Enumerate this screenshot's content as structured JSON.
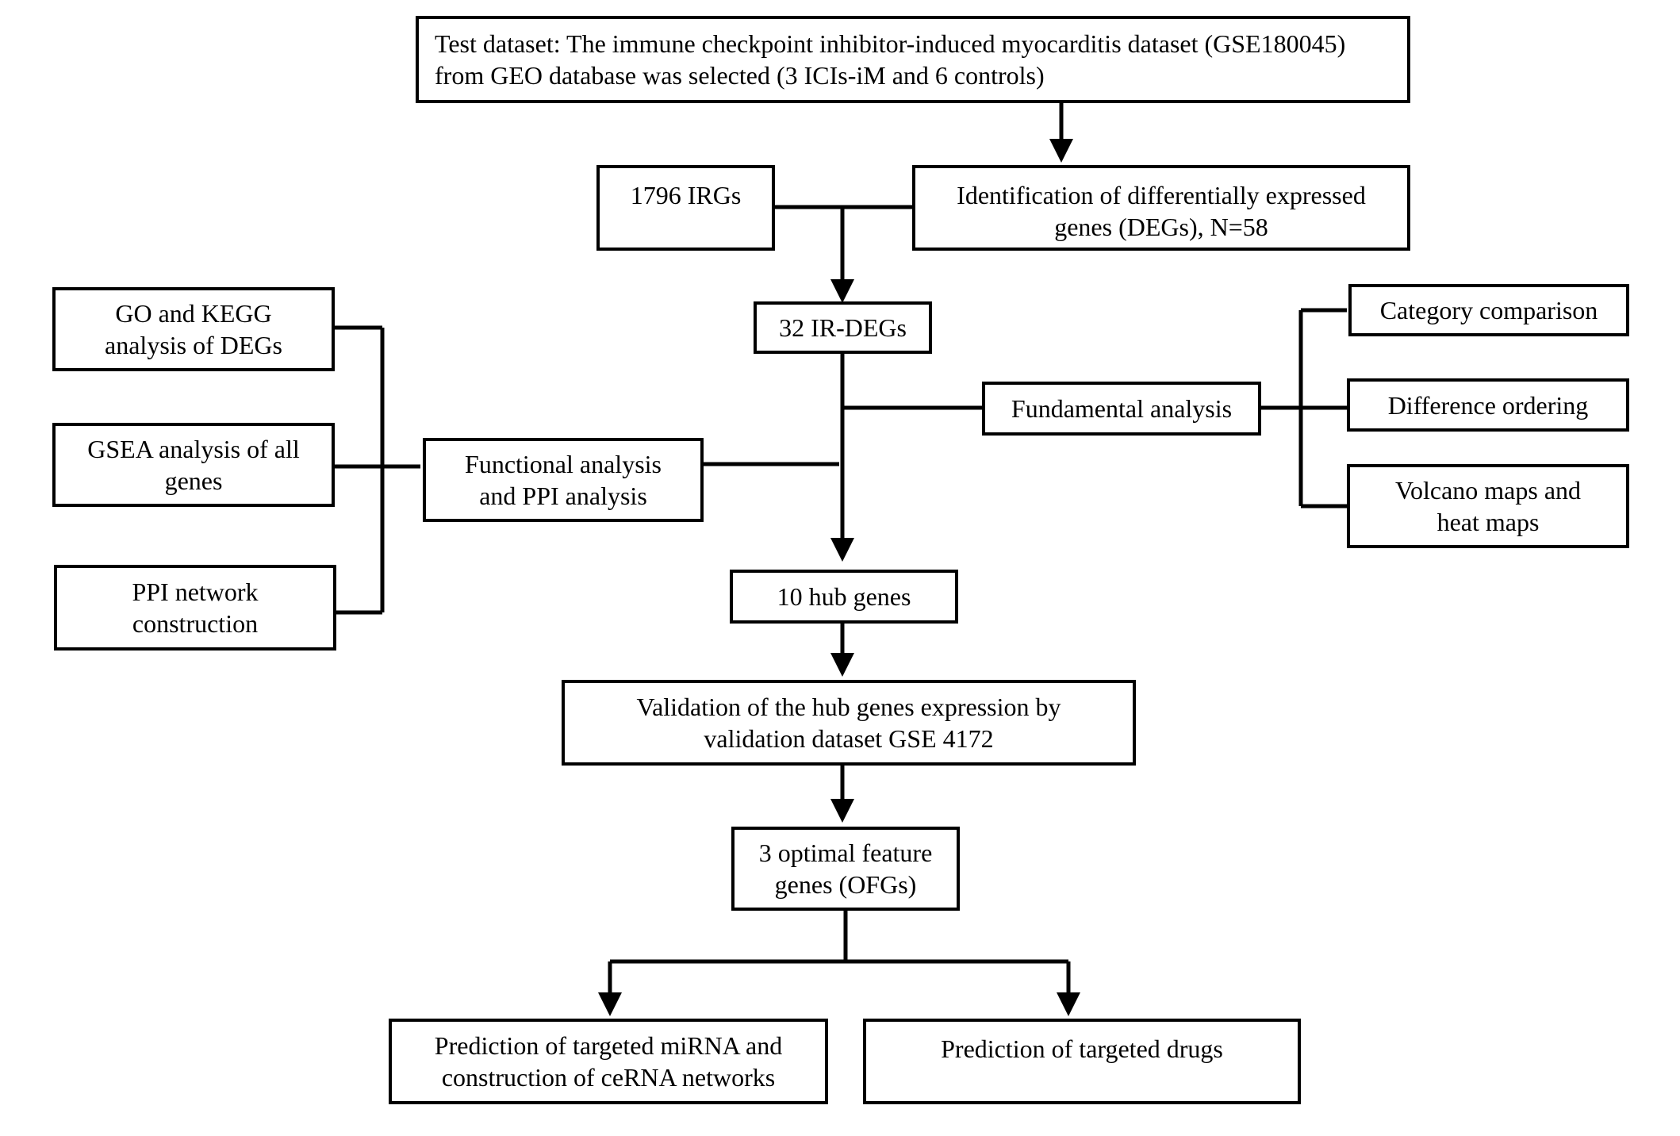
{
  "nodes": {
    "test_dataset": "Test dataset: The immune checkpoint inhibitor-induced myocarditis dataset (GSE180045)\nfrom GEO database was selected (3 ICIs-iM and 6 controls)",
    "irgs": "1796 IRGs",
    "degs": "Identification of differentially expressed\ngenes (DEGs), N=58",
    "ir_degs": "32 IR-DEGs",
    "go_kegg": "GO and KEGG\nanalysis of DEGs",
    "gsea": "GSEA analysis of all\ngenes",
    "ppi_network": "PPI network\nconstruction",
    "functional": "Functional analysis\nand PPI analysis",
    "fundamental": "Fundamental analysis",
    "category": "Category comparison",
    "difference": "Difference ordering",
    "volcano": "Volcano maps and\nheat maps",
    "hub_genes": "10 hub genes",
    "validation": "Validation of the hub genes expression by\nvalidation dataset GSE 4172",
    "ofgs": "3 optimal feature\ngenes (OFGs)",
    "mirna": "Prediction of targeted miRNA and\nconstruction of ceRNA networks",
    "drugs": "Prediction of targeted drugs"
  }
}
